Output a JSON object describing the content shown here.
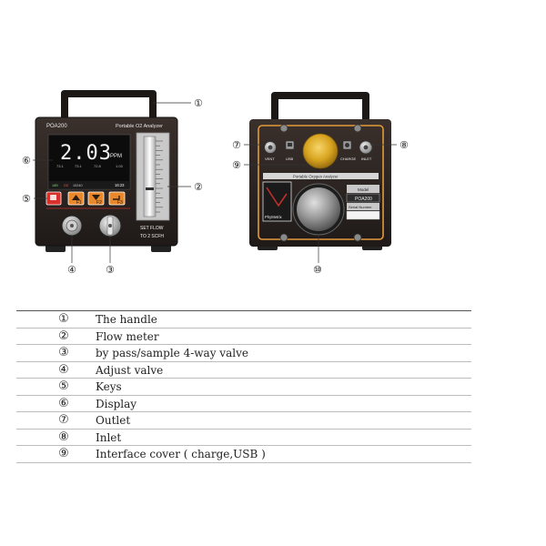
{
  "device_front": {
    "model_label": "POA200",
    "title_label": "Portable O2  Analyzer",
    "display": {
      "main_value": "2.03",
      "unit": "PPM",
      "sub_readings": [
        "73.1",
        "73.1",
        "72.8",
        "1.03"
      ],
      "status_items": [
        "18B",
        "O2",
        "10240"
      ],
      "time": "16:23"
    },
    "keys": [
      "F1",
      "F2",
      "F3"
    ],
    "flow_text": [
      "SET FLOW",
      "TO 2 SCFH"
    ]
  },
  "device_back": {
    "port_labels": [
      "VENT",
      "USB",
      "CHARGE",
      "INLET"
    ],
    "panel_title": "Portable Oxygen Analyzer",
    "label_plate": [
      "Model",
      "POA200",
      "Serial Number"
    ],
    "brand": "PhyMetrix"
  },
  "callouts": {
    "c1": "①",
    "c2": "②",
    "c3": "③",
    "c4": "④",
    "c5": "⑤",
    "c6": "⑥",
    "c7": "⑦",
    "c8": "⑧",
    "c9": "⑨",
    "c10": "⑩"
  },
  "legend": [
    {
      "num": "①",
      "text": "The handle"
    },
    {
      "num": "②",
      "text": "Flow meter"
    },
    {
      "num": "③",
      "text": "by pass/sample 4-way valve"
    },
    {
      "num": "④",
      "text": "Adjust valve"
    },
    {
      "num": "⑤",
      "text": "Keys"
    },
    {
      "num": "⑥",
      "text": "Display"
    },
    {
      "num": "⑦",
      "text": "Outlet"
    },
    {
      "num": "⑧",
      "text": "Inlet"
    },
    {
      "num": "⑨",
      "text": "Interface cover ( charge,USB )"
    }
  ],
  "colors": {
    "case": "#2a2422",
    "display_bg": "#0c0c0c",
    "digits": "#f2f2f2",
    "key_orange": "#e9882a",
    "key_red": "#d8302a",
    "back_border": "#e39a3a",
    "gold_cover": "#d9a520"
  }
}
